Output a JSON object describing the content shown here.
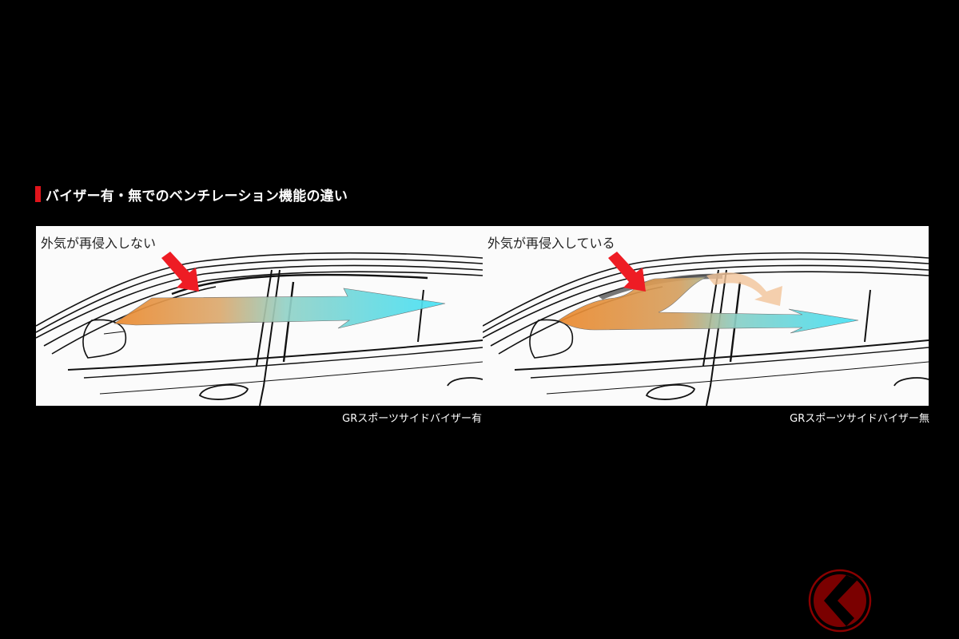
{
  "heading": {
    "title": "バイザー有・無でのベンチレーション機能の違い",
    "accent_color": "#e0141b"
  },
  "panels": [
    {
      "label": "外気が再侵入しない",
      "caption": "GRスポーツサイドバイザー有",
      "airflow": "straight-through",
      "arrow_colors": {
        "start": "#ec8a2e",
        "end": "#45e2f7",
        "pointer": "#ee1c24"
      }
    },
    {
      "label": "外気が再侵入している",
      "caption": "GRスポーツサイドバイザー無",
      "airflow": "re-entering",
      "arrow_colors": {
        "start": "#ec8a2e",
        "end": "#45e2f7",
        "pointer": "#ee1c24"
      }
    }
  ],
  "logo": {
    "icon": "kuruma-news-logo",
    "color": "#8b0000"
  }
}
